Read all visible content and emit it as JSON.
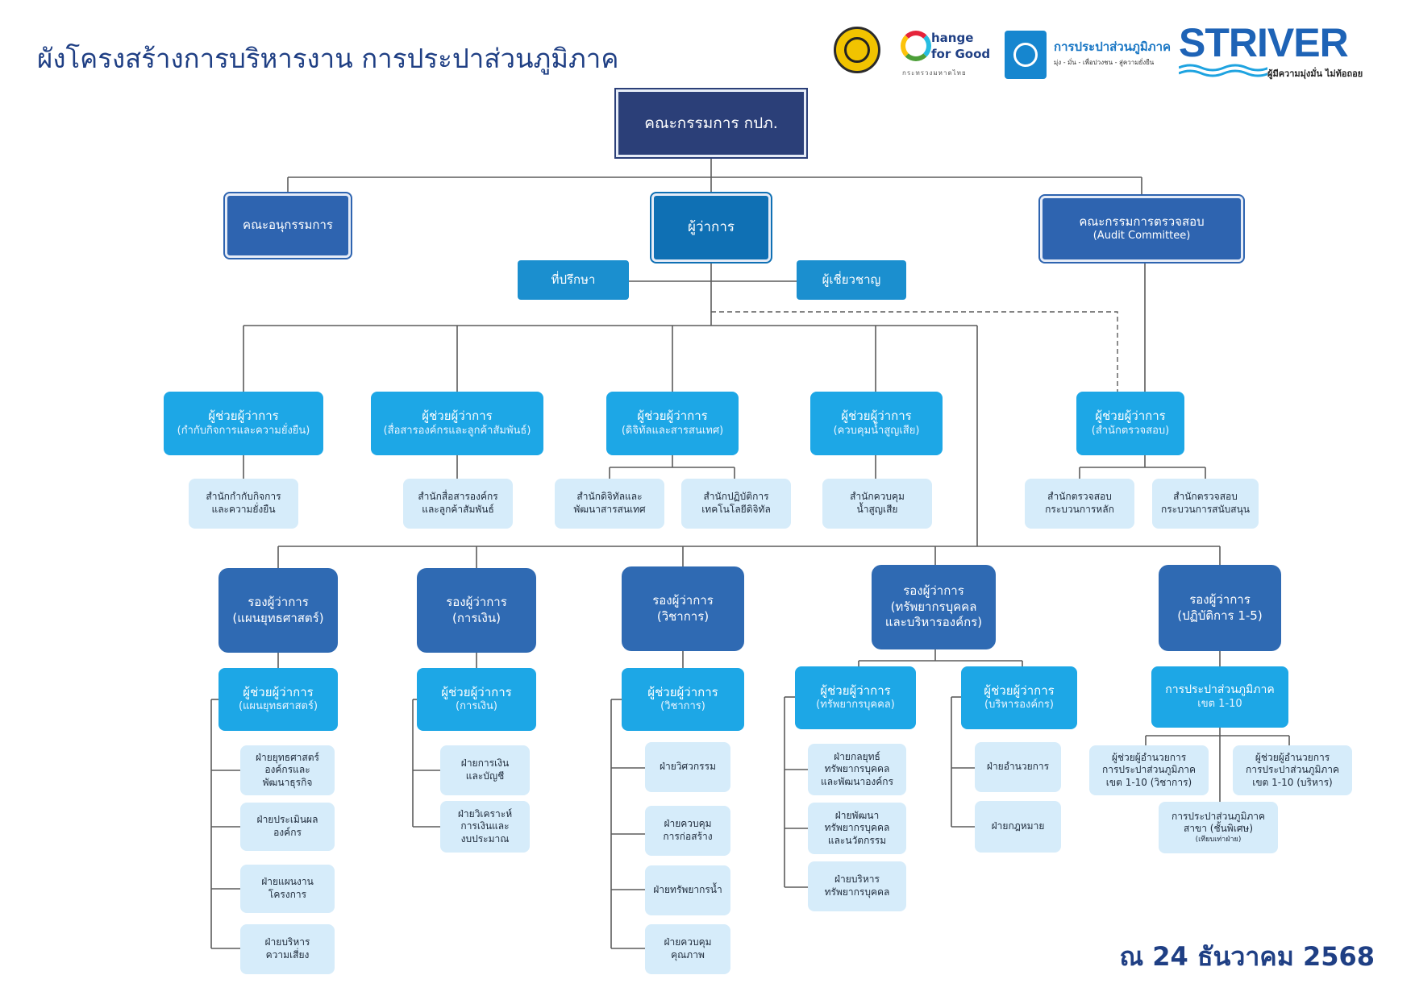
{
  "title": "ผังโครงสร้างการบริหารงาน การประปาส่วนภูมิภาค",
  "date": "ณ 24 ธันวาคม 2568",
  "logos": {
    "cfg_line1": "hange",
    "cfg_line2": "for Good",
    "cfg_sub": "กระทรวงมหาดไทย",
    "pwa_name": "การประปาส่วนภูมิภาค",
    "pwa_tag": "มุ่ง - มั่น - เพื่อปวงชน - สู่ความยั่งยืน",
    "striver": "STRIVER",
    "striver_tag": "ผู้มีความมุ่งมั่น ไม่ท้อถอย"
  },
  "board": "คณะกรรมการ กปภ.",
  "subcommittee": "คณะอนุกรรมการ",
  "governor": "ผู้ว่าการ",
  "audit_committee": {
    "l1": "คณะกรรมการตรวจสอบ",
    "l2": "(Audit Committee)"
  },
  "advisor": "ที่ปรึกษา",
  "expert": "ผู้เชี่ยวชาญ",
  "assist_label": "ผู้ช่วยผู้ว่าการ",
  "deputy_label": "รองผู้ว่าการ",
  "assistants": [
    {
      "sub": "(กำกับกิจการและความยั่งยืน)"
    },
    {
      "sub": "(สื่อสารองค์กรและลูกค้าสัมพันธ์)"
    },
    {
      "sub": "(ดิจิทัลและสารสนเทศ)"
    },
    {
      "sub": "(ควบคุมน้ำสูญเสีย)"
    },
    {
      "sub": "(สำนักตรวจสอบ)"
    }
  ],
  "offices": [
    {
      "l1": "สำนักกำกับกิจการ",
      "l2": "และความยั่งยืน"
    },
    {
      "l1": "สำนักสื่อสารองค์กร",
      "l2": "และลูกค้าสัมพันธ์"
    },
    {
      "l1": "สำนักดิจิทัลและ",
      "l2": "พัฒนาสารสนเทศ"
    },
    {
      "l1": "สำนักปฏิบัติการ",
      "l2": "เทคโนโลยีดิจิทัล"
    },
    {
      "l1": "สำนักควบคุม",
      "l2": "น้ำสูญเสีย"
    },
    {
      "l1": "สำนักตรวจสอบ",
      "l2": "กระบวนการหลัก"
    },
    {
      "l1": "สำนักตรวจสอบ",
      "l2": "กระบวนการสนับสนุน"
    }
  ],
  "deputies": [
    {
      "l2": "(แผนยุทธศาสตร์)"
    },
    {
      "l2": "(การเงิน)"
    },
    {
      "l2": "(วิชาการ)"
    },
    {
      "l2": "(ทรัพยากรบุคคล",
      "l3": "และบริหารองค์กร)"
    },
    {
      "l2": "(ปฏิบัติการ 1-5)"
    }
  ],
  "dep_assistants": [
    {
      "sub": "(แผนยุทธศาสตร์)"
    },
    {
      "sub": "(การเงิน)"
    },
    {
      "sub": "(วิชาการ)"
    },
    {
      "sub": "(ทรัพยากรบุคคล)"
    },
    {
      "sub": "(บริหารองค์กร)"
    }
  ],
  "regional": {
    "l1": "การประปาส่วนภูมิภาค",
    "l2": "เขต 1-10"
  },
  "divisions": {
    "strategy": [
      {
        "l1": "ฝ่ายยุทธศาสตร์",
        "l2": "องค์กรและ",
        "l3": "พัฒนาธุรกิจ"
      },
      {
        "l1": "ฝ่ายประเมินผล",
        "l2": "องค์กร"
      },
      {
        "l1": "ฝ่ายแผนงาน",
        "l2": "โครงการ"
      },
      {
        "l1": "ฝ่ายบริหาร",
        "l2": "ความเสี่ยง"
      }
    ],
    "finance": [
      {
        "l1": "ฝ่ายการเงิน",
        "l2": "และบัญชี"
      },
      {
        "l1": "ฝ่ายวิเคราะห์",
        "l2": "การเงินและ",
        "l3": "งบประมาณ"
      }
    ],
    "technical": [
      {
        "l1": "ฝ่ายวิศวกรรม"
      },
      {
        "l1": "ฝ่ายควบคุม",
        "l2": "การก่อสร้าง"
      },
      {
        "l1": "ฝ่ายทรัพยากรน้ำ"
      },
      {
        "l1": "ฝ่ายควบคุม",
        "l2": "คุณภาพ"
      }
    ],
    "hr": [
      {
        "l1": "ฝ่ายกลยุทธ์",
        "l2": "ทรัพยากรบุคคล",
        "l3": "และพัฒนาองค์กร"
      },
      {
        "l1": "ฝ่ายพัฒนา",
        "l2": "ทรัพยากรบุคคล",
        "l3": "และนวัตกรรม"
      },
      {
        "l1": "ฝ่ายบริหาร",
        "l2": "ทรัพยากรบุคคล"
      }
    ],
    "org": [
      {
        "l1": "ฝ่ายอำนวยการ"
      },
      {
        "l1": "ฝ่ายกฎหมาย"
      }
    ],
    "ops": [
      {
        "l1": "ผู้ช่วยผู้อำนวยการ",
        "l2": "การประปาส่วนภูมิภาค",
        "l3": "เขต 1-10 (วิชาการ)"
      },
      {
        "l1": "ผู้ช่วยผู้อำนวยการ",
        "l2": "การประปาส่วนภูมิภาค",
        "l3": "เขต 1-10 (บริหาร)"
      },
      {
        "l1": "การประปาส่วนภูมิภาค",
        "l2": "สาขา (ชั้นพิเศษ)",
        "l3": "(เทียบเท่าฝ่าย)"
      }
    ]
  },
  "colors": {
    "board": "#2b3f78",
    "governor": "#0f70b4",
    "deputy": "#2f6ab3",
    "assistant": "#1da7e6",
    "office": "#d6ecfa",
    "title": "#1f3f84"
  }
}
